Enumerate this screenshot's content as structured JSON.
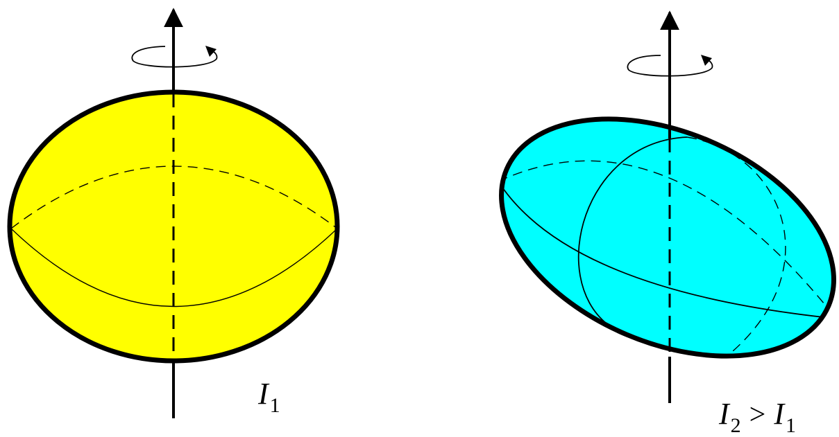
{
  "figures": {
    "left": {
      "fill_color": "#ffff00",
      "moment_label": {
        "symbol": "I",
        "subscript": "1"
      }
    },
    "right": {
      "fill_color": "#00ffff",
      "moment_label": {
        "symbol": "I",
        "subscript": "2",
        "operator": ">",
        "symbol2": "I",
        "subscript2": "1"
      }
    }
  },
  "colors": {
    "outline": "#000000",
    "background": "#ffffff"
  }
}
